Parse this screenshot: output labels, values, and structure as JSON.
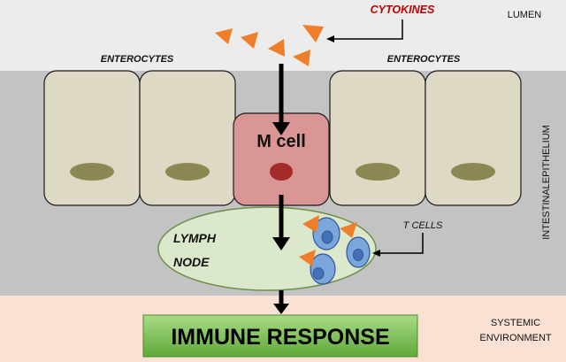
{
  "labels": {
    "lumen": "LUMEN",
    "cytokines": "CYTOKINES",
    "enterocytes_left": "ENTEROCYTES",
    "enterocytes_right": "ENTEROCYTES",
    "intestinal_epithelium": "INTESTINALEPITHELIUM",
    "m_cell": "M cell",
    "lymph_node_line1": "LYMPH",
    "lymph_node_line2": "NODE",
    "t_cells": "T CELLS",
    "systemic_line1": "SYSTEMIC",
    "systemic_line2": "ENVIRONMENT",
    "immune_response": "IMMUNE RESPONSE"
  },
  "colors": {
    "lumen_band": "#ececec",
    "epithelium_band": "#c3c3c3",
    "systemic_band": "#fbe1d4",
    "enterocyte_fill": "#ddd9c4",
    "enterocyte_nucleus": "#8c8854",
    "m_cell_fill": "#d99695",
    "m_cell_nucleus": "#a52a2a",
    "lymph_node_fill": "#dbe8cb",
    "lymph_node_stroke": "#6e8f4c",
    "t_cell_fill": "#7ba6dc",
    "t_cell_nucleus": "#4372b8",
    "cytokine": "#f07d29",
    "cytokine_label": "#c00000",
    "immune_box": "#7dc35b",
    "arrow": "#000000"
  }
}
